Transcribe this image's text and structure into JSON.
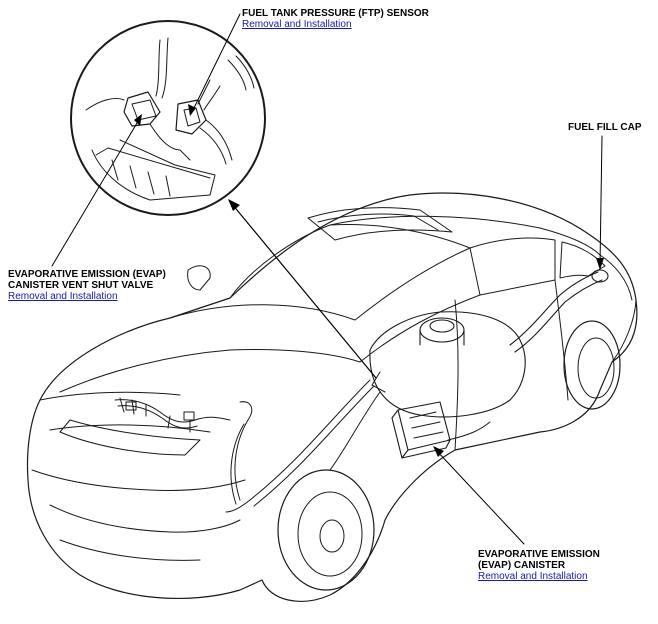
{
  "callouts": {
    "ftp_sensor": {
      "title": "FUEL TANK PRESSURE (FTP) SENSOR",
      "link": "Removal and Installation"
    },
    "fuel_fill_cap": {
      "title": "FUEL FILL CAP"
    },
    "evap_vent_valve": {
      "title_line1": "EVAPORATIVE EMISSION (EVAP)",
      "title_line2": "CANISTER VENT SHUT VALVE",
      "link": "Removal and Installation"
    },
    "evap_canister": {
      "title_line1": "EVAPORATIVE EMISSION",
      "title_line2": "(EVAP) CANISTER",
      "link": "Removal and Installation"
    }
  },
  "colors": {
    "line": "#1a1a1a",
    "link": "#1a1aa6",
    "background": "#ffffff"
  }
}
